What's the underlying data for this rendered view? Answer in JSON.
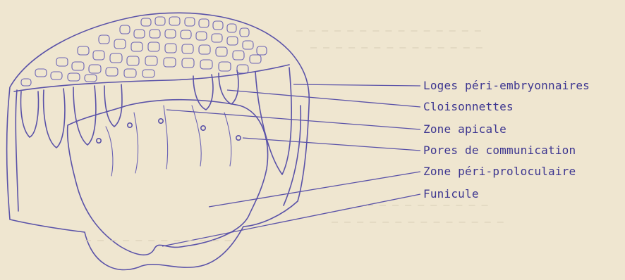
{
  "labels": [
    {
      "id": "loges",
      "text": "Loges péri-embryonnaires"
    },
    {
      "id": "cloisonnettes",
      "text": "Cloisonnettes"
    },
    {
      "id": "zone_apicale",
      "text": "Zone apicale"
    },
    {
      "id": "pores",
      "text": "Pores de communication"
    },
    {
      "id": "zone_peri",
      "text": "Zone péri-proloculaire"
    },
    {
      "id": "funicule",
      "text": "Funicule"
    }
  ],
  "colors": {
    "paper": "#efe6d0",
    "ink": "#5a52a8"
  }
}
